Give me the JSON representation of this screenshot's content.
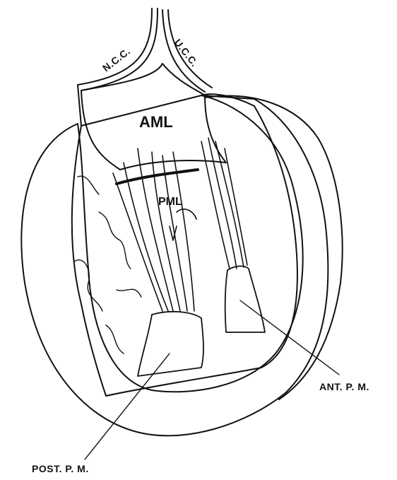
{
  "labels": {
    "ncc": "N.C.C.",
    "ucc": "U.C.C.",
    "aml": "AML",
    "pml": "PML",
    "ant_pm": "ANT. P. M.",
    "post_pm": "POST. P. M."
  },
  "colors": {
    "ink": "#111111",
    "paper": "#ffffff"
  }
}
